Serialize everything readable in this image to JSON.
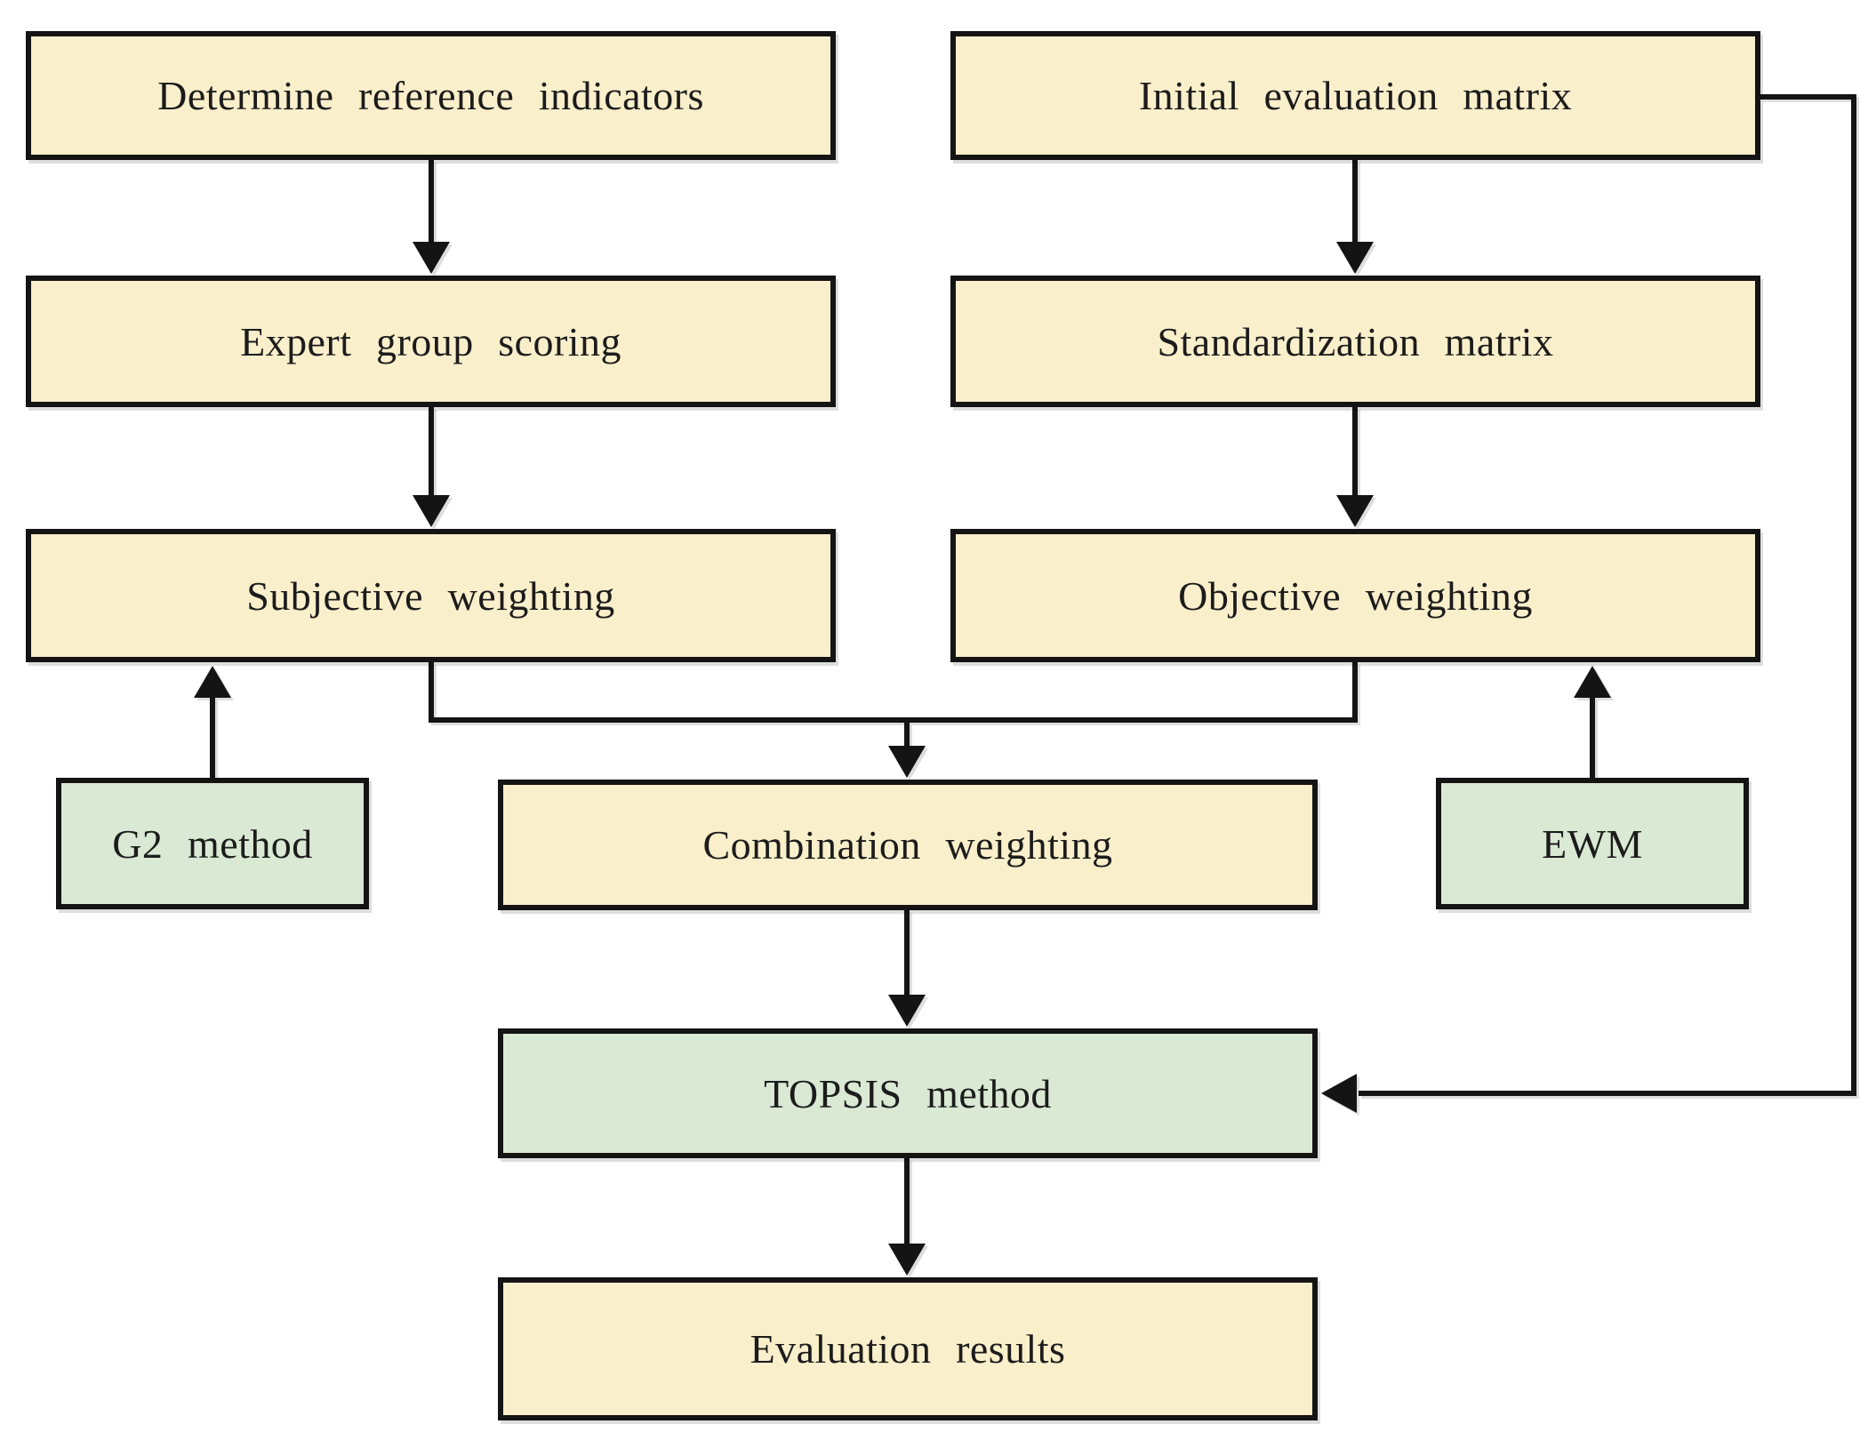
{
  "colors": {
    "box_yellow": "#faefcb",
    "box_green": "#d9e9d3",
    "line": "#141414",
    "text": "#1c1c1c",
    "background": "#ffffff"
  },
  "diagram": {
    "type": "flowchart",
    "nodes": [
      {
        "id": "determine-reference-indicators",
        "label": "Determine reference indicators",
        "fill": "yellow"
      },
      {
        "id": "initial-evaluation-matrix",
        "label": "Initial evaluation matrix",
        "fill": "yellow"
      },
      {
        "id": "expert-group-scoring",
        "label": "Expert group scoring",
        "fill": "yellow"
      },
      {
        "id": "standardization-matrix",
        "label": "Standardization matrix",
        "fill": "yellow"
      },
      {
        "id": "subjective-weighting",
        "label": "Subjective weighting",
        "fill": "yellow"
      },
      {
        "id": "objective-weighting",
        "label": "Objective weighting",
        "fill": "yellow"
      },
      {
        "id": "g2-method",
        "label": "G2 method",
        "fill": "green"
      },
      {
        "id": "combination-weighting",
        "label": "Combination weighting",
        "fill": "yellow"
      },
      {
        "id": "ewm",
        "label": "EWM",
        "fill": "green"
      },
      {
        "id": "topsis-method",
        "label": "TOPSIS method",
        "fill": "green"
      },
      {
        "id": "evaluation-results",
        "label": "Evaluation results",
        "fill": "yellow"
      }
    ],
    "edges": [
      {
        "from": "determine-reference-indicators",
        "to": "expert-group-scoring"
      },
      {
        "from": "expert-group-scoring",
        "to": "subjective-weighting"
      },
      {
        "from": "initial-evaluation-matrix",
        "to": "standardization-matrix"
      },
      {
        "from": "standardization-matrix",
        "to": "objective-weighting"
      },
      {
        "from": "g2-method",
        "to": "subjective-weighting"
      },
      {
        "from": "ewm",
        "to": "objective-weighting"
      },
      {
        "from": "subjective-weighting",
        "to": "combination-weighting"
      },
      {
        "from": "objective-weighting",
        "to": "combination-weighting"
      },
      {
        "from": "combination-weighting",
        "to": "topsis-method"
      },
      {
        "from": "initial-evaluation-matrix",
        "to": "topsis-method"
      },
      {
        "from": "topsis-method",
        "to": "evaluation-results"
      }
    ]
  }
}
